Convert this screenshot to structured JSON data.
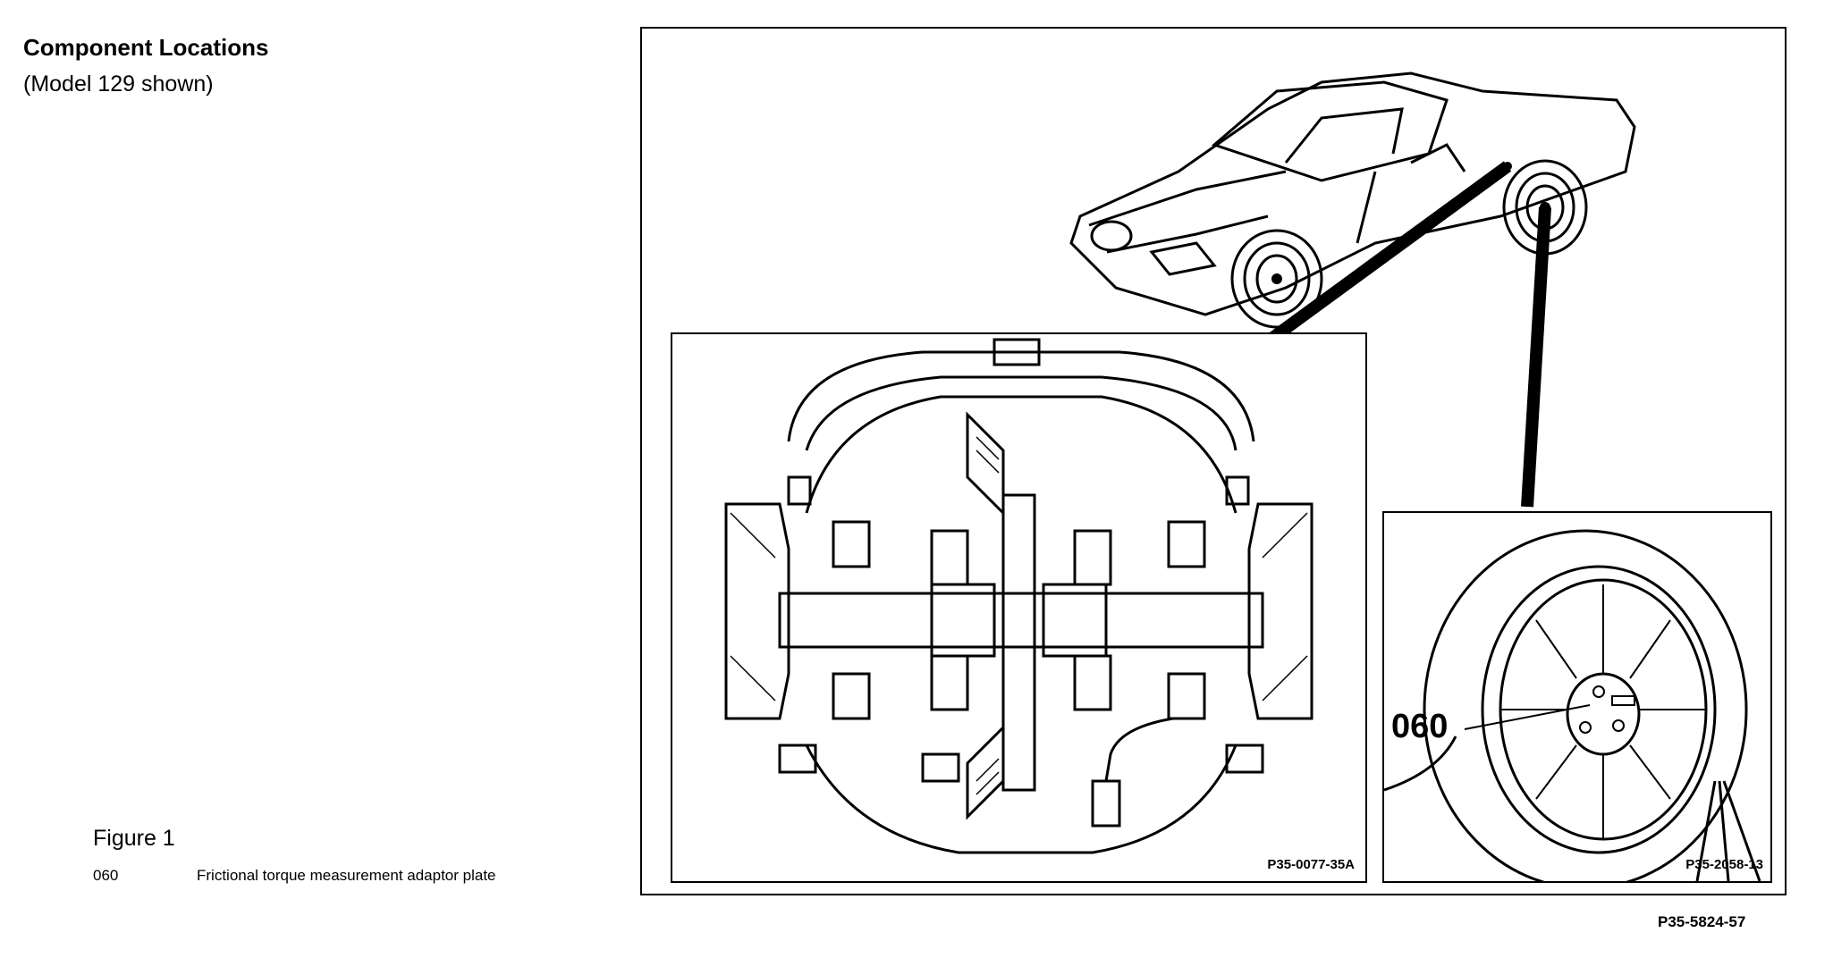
{
  "header": {
    "title": "Component Locations",
    "subtitle": "(Model 129 shown)"
  },
  "figure": {
    "label": "Figure 1",
    "legend": [
      {
        "code": "060",
        "description": "Frictional torque measurement adaptor plate"
      }
    ],
    "main_ref": "P35-5824-57",
    "differential_ref": "P35-0077-35A",
    "wheel_ref": "P35-2058-13",
    "callout": "060"
  }
}
